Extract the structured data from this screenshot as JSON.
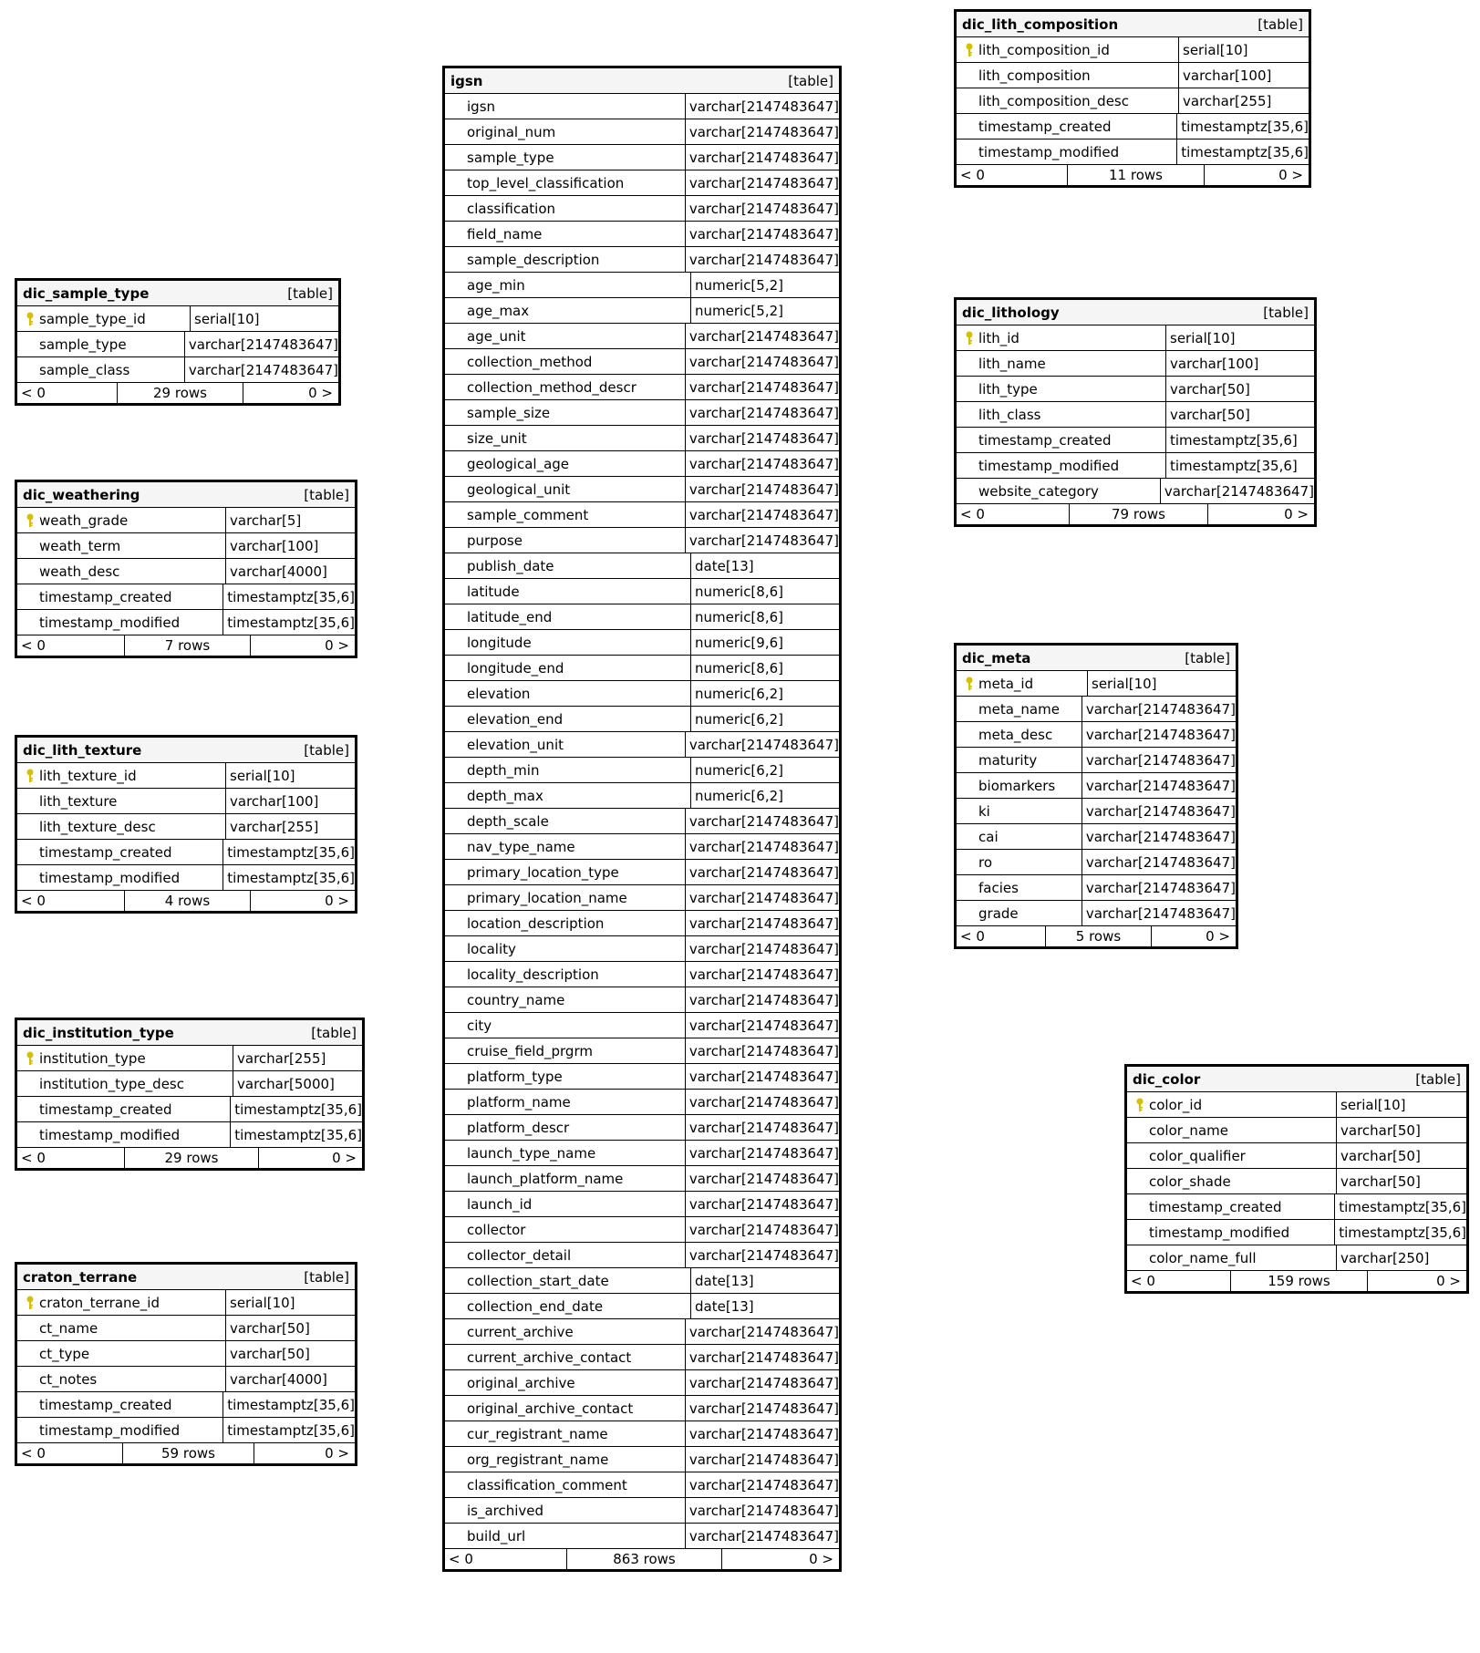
{
  "colors": {
    "key_icon": "#d4c000",
    "border": "#000000",
    "header_bg": "#f5f5f5"
  },
  "tables": [
    {
      "id": "dic_sample_type",
      "name": "dic_sample_type",
      "kind": "[table]",
      "footer": {
        "prev": "< 0",
        "rows": "29 rows",
        "next": "0 >"
      },
      "columns": [
        {
          "name": "sample_type_id",
          "type": "serial[10]",
          "pk": true
        },
        {
          "name": "sample_type",
          "type": "varchar[2147483647]",
          "pk": false
        },
        {
          "name": "sample_class",
          "type": "varchar[2147483647]",
          "pk": false
        }
      ]
    },
    {
      "id": "dic_weathering",
      "name": "dic_weathering",
      "kind": "[table]",
      "footer": {
        "prev": "< 0",
        "rows": "7 rows",
        "next": "0 >"
      },
      "columns": [
        {
          "name": "weath_grade",
          "type": "varchar[5]",
          "pk": true
        },
        {
          "name": "weath_term",
          "type": "varchar[100]",
          "pk": false
        },
        {
          "name": "weath_desc",
          "type": "varchar[4000]",
          "pk": false
        },
        {
          "name": "timestamp_created",
          "type": "timestamptz[35,6]",
          "pk": false
        },
        {
          "name": "timestamp_modified",
          "type": "timestamptz[35,6]",
          "pk": false
        }
      ]
    },
    {
      "id": "dic_lith_texture",
      "name": "dic_lith_texture",
      "kind": "[table]",
      "footer": {
        "prev": "< 0",
        "rows": "4 rows",
        "next": "0 >"
      },
      "columns": [
        {
          "name": "lith_texture_id",
          "type": "serial[10]",
          "pk": true
        },
        {
          "name": "lith_texture",
          "type": "varchar[100]",
          "pk": false
        },
        {
          "name": "lith_texture_desc",
          "type": "varchar[255]",
          "pk": false
        },
        {
          "name": "timestamp_created",
          "type": "timestamptz[35,6]",
          "pk": false
        },
        {
          "name": "timestamp_modified",
          "type": "timestamptz[35,6]",
          "pk": false
        }
      ]
    },
    {
      "id": "dic_institution_type",
      "name": "dic_institution_type",
      "kind": "[table]",
      "footer": {
        "prev": "< 0",
        "rows": "29 rows",
        "next": "0 >"
      },
      "columns": [
        {
          "name": "institution_type",
          "type": "varchar[255]",
          "pk": true
        },
        {
          "name": "institution_type_desc",
          "type": "varchar[5000]",
          "pk": false
        },
        {
          "name": "timestamp_created",
          "type": "timestamptz[35,6]",
          "pk": false
        },
        {
          "name": "timestamp_modified",
          "type": "timestamptz[35,6]",
          "pk": false
        }
      ]
    },
    {
      "id": "craton_terrane",
      "name": "craton_terrane",
      "kind": "[table]",
      "footer": {
        "prev": "< 0",
        "rows": "59 rows",
        "next": "0 >"
      },
      "columns": [
        {
          "name": "craton_terrane_id",
          "type": "serial[10]",
          "pk": true
        },
        {
          "name": "ct_name",
          "type": "varchar[50]",
          "pk": false
        },
        {
          "name": "ct_type",
          "type": "varchar[50]",
          "pk": false
        },
        {
          "name": "ct_notes",
          "type": "varchar[4000]",
          "pk": false
        },
        {
          "name": "timestamp_created",
          "type": "timestamptz[35,6]",
          "pk": false
        },
        {
          "name": "timestamp_modified",
          "type": "timestamptz[35,6]",
          "pk": false
        }
      ]
    },
    {
      "id": "igsn",
      "name": "igsn",
      "kind": "[table]",
      "footer": {
        "prev": "< 0",
        "rows": "863 rows",
        "next": "0 >"
      },
      "columns": [
        {
          "name": "igsn",
          "type": "varchar[2147483647]",
          "pk": false
        },
        {
          "name": "original_num",
          "type": "varchar[2147483647]",
          "pk": false
        },
        {
          "name": "sample_type",
          "type": "varchar[2147483647]",
          "pk": false
        },
        {
          "name": "top_level_classification",
          "type": "varchar[2147483647]",
          "pk": false
        },
        {
          "name": "classification",
          "type": "varchar[2147483647]",
          "pk": false
        },
        {
          "name": "field_name",
          "type": "varchar[2147483647]",
          "pk": false
        },
        {
          "name": "sample_description",
          "type": "varchar[2147483647]",
          "pk": false
        },
        {
          "name": "age_min",
          "type": "numeric[5,2]",
          "pk": false
        },
        {
          "name": "age_max",
          "type": "numeric[5,2]",
          "pk": false
        },
        {
          "name": "age_unit",
          "type": "varchar[2147483647]",
          "pk": false
        },
        {
          "name": "collection_method",
          "type": "varchar[2147483647]",
          "pk": false
        },
        {
          "name": "collection_method_descr",
          "type": "varchar[2147483647]",
          "pk": false
        },
        {
          "name": "sample_size",
          "type": "varchar[2147483647]",
          "pk": false
        },
        {
          "name": "size_unit",
          "type": "varchar[2147483647]",
          "pk": false
        },
        {
          "name": "geological_age",
          "type": "varchar[2147483647]",
          "pk": false
        },
        {
          "name": "geological_unit",
          "type": "varchar[2147483647]",
          "pk": false
        },
        {
          "name": "sample_comment",
          "type": "varchar[2147483647]",
          "pk": false
        },
        {
          "name": "purpose",
          "type": "varchar[2147483647]",
          "pk": false
        },
        {
          "name": "publish_date",
          "type": "date[13]",
          "pk": false
        },
        {
          "name": "latitude",
          "type": "numeric[8,6]",
          "pk": false
        },
        {
          "name": "latitude_end",
          "type": "numeric[8,6]",
          "pk": false
        },
        {
          "name": "longitude",
          "type": "numeric[9,6]",
          "pk": false
        },
        {
          "name": "longitude_end",
          "type": "numeric[8,6]",
          "pk": false
        },
        {
          "name": "elevation",
          "type": "numeric[6,2]",
          "pk": false
        },
        {
          "name": "elevation_end",
          "type": "numeric[6,2]",
          "pk": false
        },
        {
          "name": "elevation_unit",
          "type": "varchar[2147483647]",
          "pk": false
        },
        {
          "name": "depth_min",
          "type": "numeric[6,2]",
          "pk": false
        },
        {
          "name": "depth_max",
          "type": "numeric[6,2]",
          "pk": false
        },
        {
          "name": "depth_scale",
          "type": "varchar[2147483647]",
          "pk": false
        },
        {
          "name": "nav_type_name",
          "type": "varchar[2147483647]",
          "pk": false
        },
        {
          "name": "primary_location_type",
          "type": "varchar[2147483647]",
          "pk": false
        },
        {
          "name": "primary_location_name",
          "type": "varchar[2147483647]",
          "pk": false
        },
        {
          "name": "location_description",
          "type": "varchar[2147483647]",
          "pk": false
        },
        {
          "name": "locality",
          "type": "varchar[2147483647]",
          "pk": false
        },
        {
          "name": "locality_description",
          "type": "varchar[2147483647]",
          "pk": false
        },
        {
          "name": "country_name",
          "type": "varchar[2147483647]",
          "pk": false
        },
        {
          "name": "city",
          "type": "varchar[2147483647]",
          "pk": false
        },
        {
          "name": "cruise_field_prgrm",
          "type": "varchar[2147483647]",
          "pk": false
        },
        {
          "name": "platform_type",
          "type": "varchar[2147483647]",
          "pk": false
        },
        {
          "name": "platform_name",
          "type": "varchar[2147483647]",
          "pk": false
        },
        {
          "name": "platform_descr",
          "type": "varchar[2147483647]",
          "pk": false
        },
        {
          "name": "launch_type_name",
          "type": "varchar[2147483647]",
          "pk": false
        },
        {
          "name": "launch_platform_name",
          "type": "varchar[2147483647]",
          "pk": false
        },
        {
          "name": "launch_id",
          "type": "varchar[2147483647]",
          "pk": false
        },
        {
          "name": "collector",
          "type": "varchar[2147483647]",
          "pk": false
        },
        {
          "name": "collector_detail",
          "type": "varchar[2147483647]",
          "pk": false
        },
        {
          "name": "collection_start_date",
          "type": "date[13]",
          "pk": false
        },
        {
          "name": "collection_end_date",
          "type": "date[13]",
          "pk": false
        },
        {
          "name": "current_archive",
          "type": "varchar[2147483647]",
          "pk": false
        },
        {
          "name": "current_archive_contact",
          "type": "varchar[2147483647]",
          "pk": false
        },
        {
          "name": "original_archive",
          "type": "varchar[2147483647]",
          "pk": false
        },
        {
          "name": "original_archive_contact",
          "type": "varchar[2147483647]",
          "pk": false
        },
        {
          "name": "cur_registrant_name",
          "type": "varchar[2147483647]",
          "pk": false
        },
        {
          "name": "org_registrant_name",
          "type": "varchar[2147483647]",
          "pk": false
        },
        {
          "name": "classification_comment",
          "type": "varchar[2147483647]",
          "pk": false
        },
        {
          "name": "is_archived",
          "type": "varchar[2147483647]",
          "pk": false
        },
        {
          "name": "build_url",
          "type": "varchar[2147483647]",
          "pk": false
        }
      ]
    },
    {
      "id": "dic_lith_composition",
      "name": "dic_lith_composition",
      "kind": "[table]",
      "footer": {
        "prev": "< 0",
        "rows": "11 rows",
        "next": "0 >"
      },
      "columns": [
        {
          "name": "lith_composition_id",
          "type": "serial[10]",
          "pk": true
        },
        {
          "name": "lith_composition",
          "type": "varchar[100]",
          "pk": false
        },
        {
          "name": "lith_composition_desc",
          "type": "varchar[255]",
          "pk": false
        },
        {
          "name": "timestamp_created",
          "type": "timestamptz[35,6]",
          "pk": false
        },
        {
          "name": "timestamp_modified",
          "type": "timestamptz[35,6]",
          "pk": false
        }
      ]
    },
    {
      "id": "dic_lithology",
      "name": "dic_lithology",
      "kind": "[table]",
      "footer": {
        "prev": "< 0",
        "rows": "79 rows",
        "next": "0 >"
      },
      "columns": [
        {
          "name": "lith_id",
          "type": "serial[10]",
          "pk": true
        },
        {
          "name": "lith_name",
          "type": "varchar[100]",
          "pk": false
        },
        {
          "name": "lith_type",
          "type": "varchar[50]",
          "pk": false
        },
        {
          "name": "lith_class",
          "type": "varchar[50]",
          "pk": false
        },
        {
          "name": "timestamp_created",
          "type": "timestamptz[35,6]",
          "pk": false
        },
        {
          "name": "timestamp_modified",
          "type": "timestamptz[35,6]",
          "pk": false
        },
        {
          "name": "website_category",
          "type": "varchar[2147483647]",
          "pk": false
        }
      ]
    },
    {
      "id": "dic_meta",
      "name": "dic_meta",
      "kind": "[table]",
      "footer": {
        "prev": "< 0",
        "rows": "5 rows",
        "next": "0 >"
      },
      "columns": [
        {
          "name": "meta_id",
          "type": "serial[10]",
          "pk": true
        },
        {
          "name": "meta_name",
          "type": "varchar[2147483647]",
          "pk": false
        },
        {
          "name": "meta_desc",
          "type": "varchar[2147483647]",
          "pk": false
        },
        {
          "name": "maturity",
          "type": "varchar[2147483647]",
          "pk": false
        },
        {
          "name": "biomarkers",
          "type": "varchar[2147483647]",
          "pk": false
        },
        {
          "name": "ki",
          "type": "varchar[2147483647]",
          "pk": false
        },
        {
          "name": "cai",
          "type": "varchar[2147483647]",
          "pk": false
        },
        {
          "name": "ro",
          "type": "varchar[2147483647]",
          "pk": false
        },
        {
          "name": "facies",
          "type": "varchar[2147483647]",
          "pk": false
        },
        {
          "name": "grade",
          "type": "varchar[2147483647]",
          "pk": false
        }
      ]
    },
    {
      "id": "dic_color",
      "name": "dic_color",
      "kind": "[table]",
      "footer": {
        "prev": "< 0",
        "rows": "159 rows",
        "next": "0 >"
      },
      "columns": [
        {
          "name": "color_id",
          "type": "serial[10]",
          "pk": true
        },
        {
          "name": "color_name",
          "type": "varchar[50]",
          "pk": false
        },
        {
          "name": "color_qualifier",
          "type": "varchar[50]",
          "pk": false
        },
        {
          "name": "color_shade",
          "type": "varchar[50]",
          "pk": false
        },
        {
          "name": "timestamp_created",
          "type": "timestamptz[35,6]",
          "pk": false
        },
        {
          "name": "timestamp_modified",
          "type": "timestamptz[35,6]",
          "pk": false
        },
        {
          "name": "color_name_full",
          "type": "varchar[250]",
          "pk": false
        }
      ]
    }
  ]
}
